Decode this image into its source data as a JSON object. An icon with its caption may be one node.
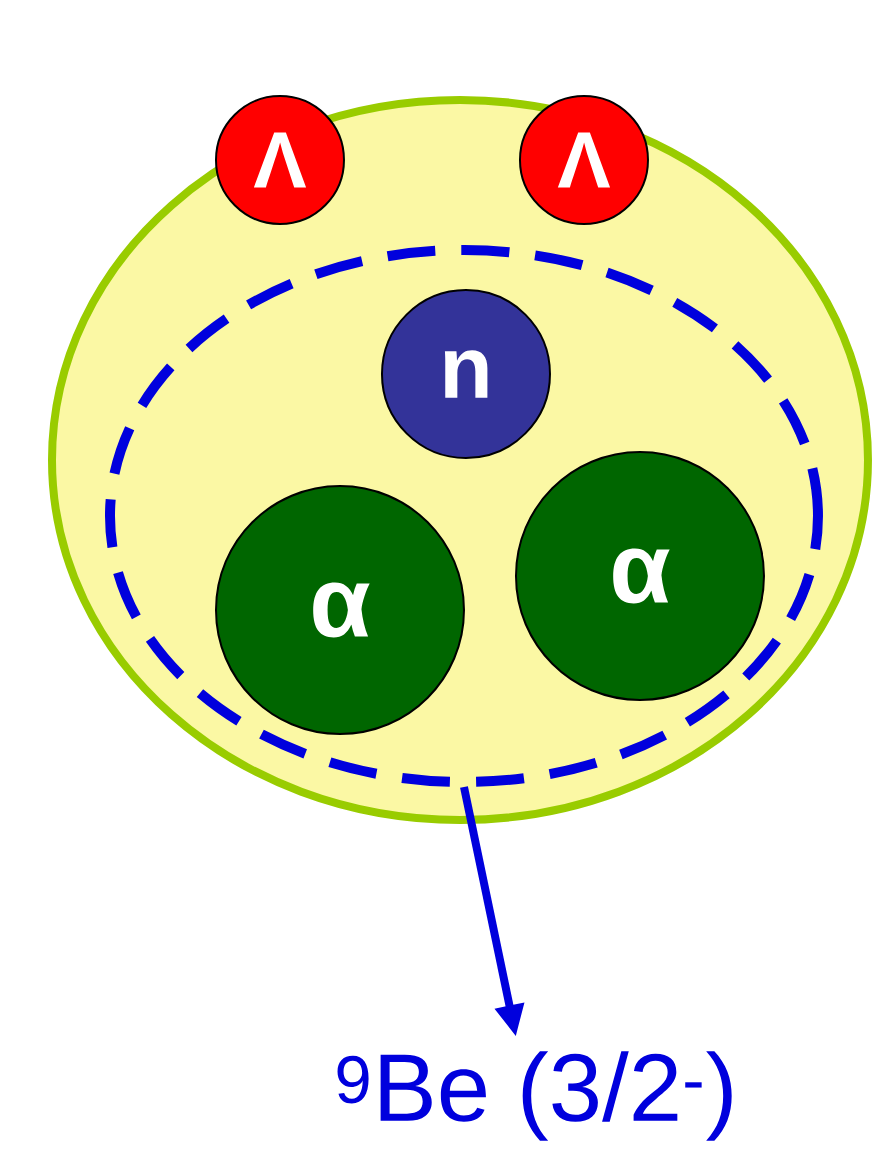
{
  "diagram": {
    "nodes": [
      {
        "text": [],
        "shape": "ellipse"
      },
      {
        "text": [
          "Λ"
        ],
        "in": 0
      },
      {
        "text": [
          "Λ"
        ],
        "in": 0
      },
      {
        "text": [],
        "shape": "ellipse",
        "in": 0
      },
      {
        "text": [
          "n"
        ],
        "in": 3
      },
      {
        "text": [
          "α"
        ],
        "in": 3
      },
      {
        "text": [
          "α"
        ],
        "in": 3
      },
      {
        "text": [
          "$^{9}$Be (3/2$^{-}$)"
        ]
      }
    ],
    "edges": [
      {
        "from": 3,
        "to": 7,
        "arrow": "to"
      }
    ]
  }
}
